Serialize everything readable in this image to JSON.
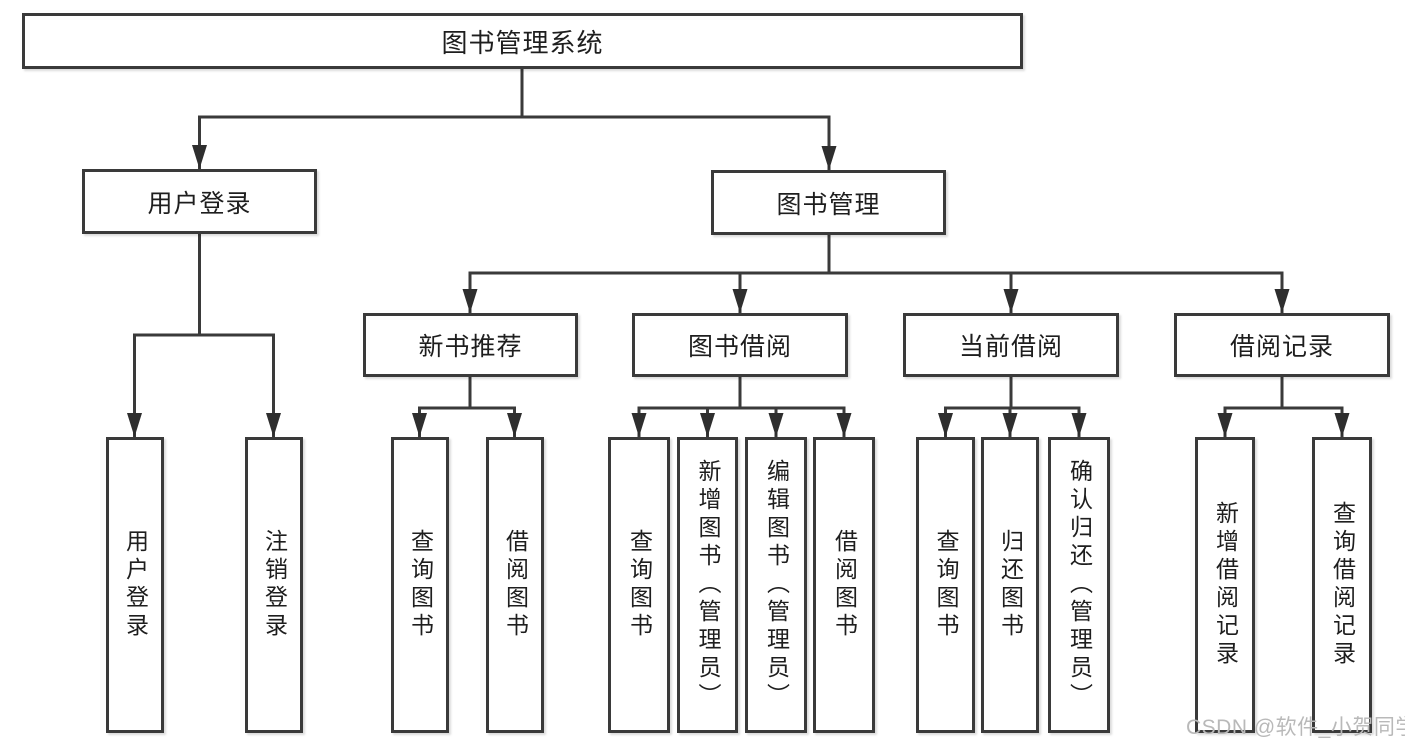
{
  "root": {
    "label": "图书管理系统"
  },
  "level2": [
    {
      "label": "用户登录"
    },
    {
      "label": "图书管理"
    }
  ],
  "level3": [
    {
      "label": "新书推荐"
    },
    {
      "label": "图书借阅"
    },
    {
      "label": "当前借阅"
    },
    {
      "label": "借阅记录"
    }
  ],
  "leaves": [
    {
      "label": "用户登录"
    },
    {
      "label": "注销登录"
    },
    {
      "label": "查询图书"
    },
    {
      "label": "借阅图书"
    },
    {
      "label": "查询图书"
    },
    {
      "label": "新增图书（管理员）"
    },
    {
      "label": "编辑图书（管理员）"
    },
    {
      "label": "借阅图书"
    },
    {
      "label": "查询图书"
    },
    {
      "label": "归还图书"
    },
    {
      "label": "确认归还（管理员）"
    },
    {
      "label": "新增借阅记录"
    },
    {
      "label": "查询借阅记录"
    }
  ],
  "watermark": {
    "text": "CSDN @软件_小贺同学",
    "color": "#b9b9b9"
  },
  "colors": {
    "line": "#3a3a3a",
    "border": "#3a3a3a",
    "text": "#1e1e1e",
    "background": "#ffffff"
  }
}
